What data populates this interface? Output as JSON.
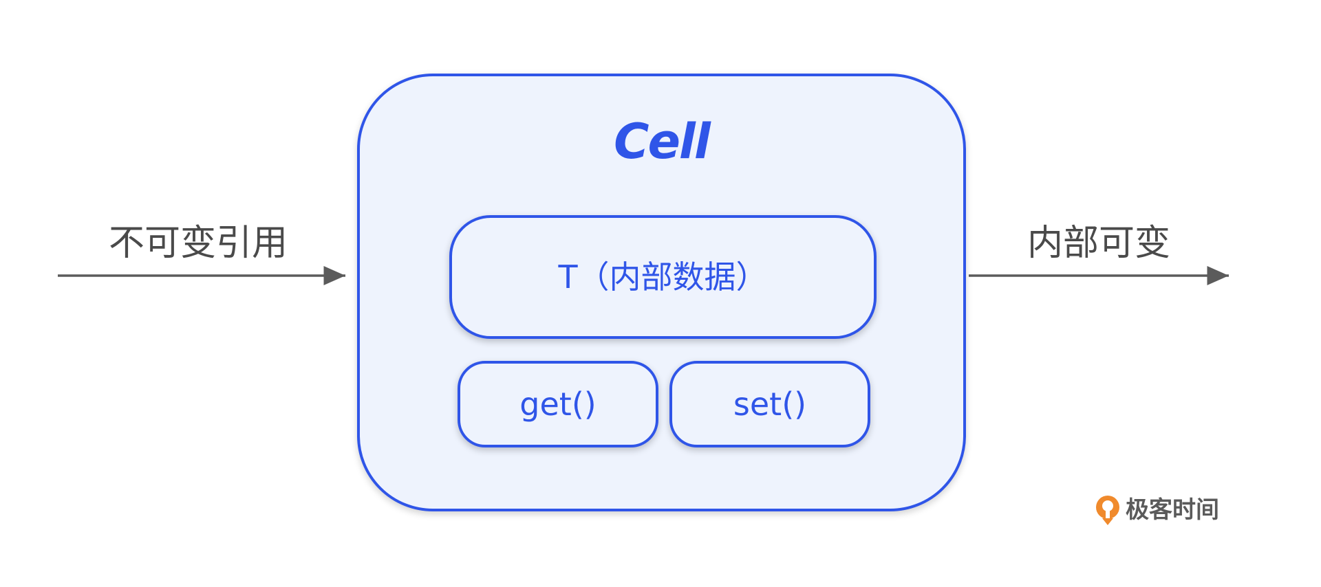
{
  "diagram": {
    "left_label": "不可变引用",
    "right_label": "内部可变",
    "cell": {
      "title": "Cell",
      "data_label": "T（内部数据）",
      "get_label": "get()",
      "set_label": "set()"
    }
  },
  "brand": {
    "text": "极客时间",
    "logo_color": "#f08a2c"
  },
  "colors": {
    "accent": "#2f55e8",
    "box_fill": "#eef3fd",
    "arrow": "#5b5b5b",
    "label_text": "#4a4a4a"
  }
}
